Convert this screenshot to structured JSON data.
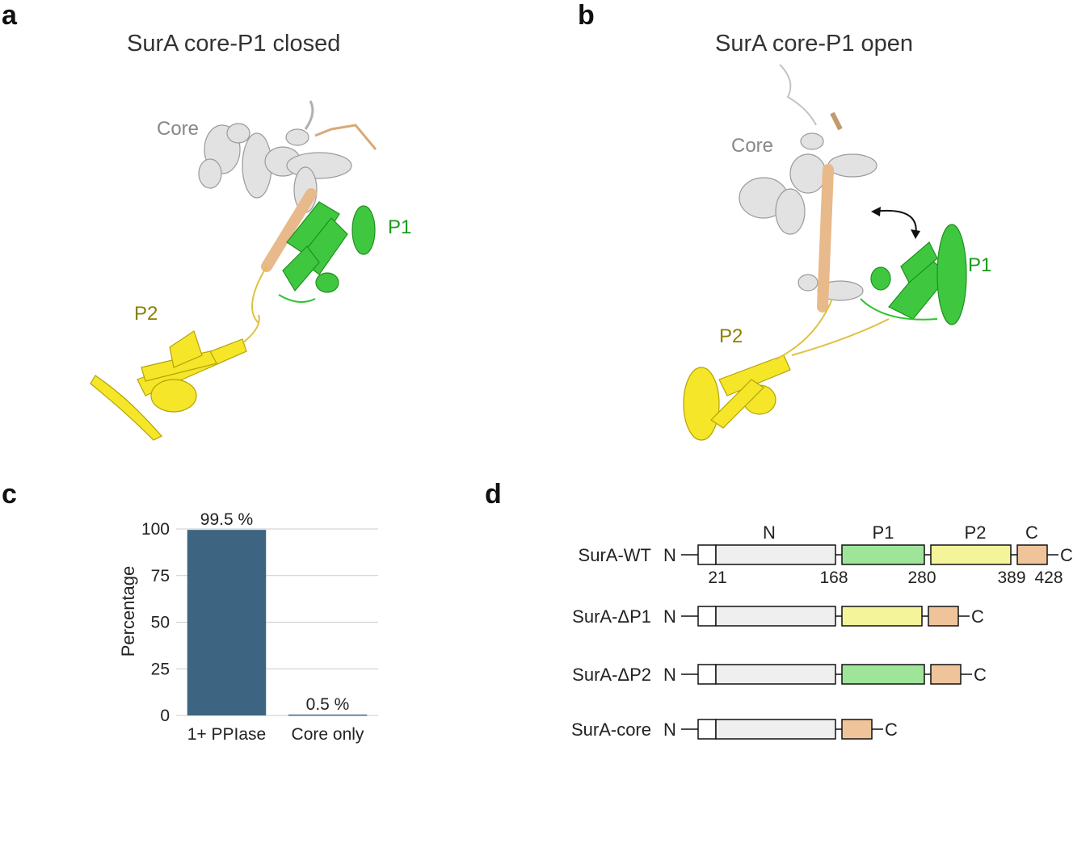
{
  "panels": {
    "a": {
      "letter": "a",
      "title": "SurA core-P1 closed",
      "labels": {
        "core": "Core",
        "p1": "P1",
        "p2": "P2"
      }
    },
    "b": {
      "letter": "b",
      "title": "SurA core-P1 open",
      "labels": {
        "core": "Core",
        "p1": "P1",
        "p2": "P2"
      }
    },
    "c": {
      "letter": "c"
    },
    "d": {
      "letter": "d"
    }
  },
  "colors": {
    "core": "#d4d4d4",
    "p1": "#2ec42e",
    "p2": "#f0e020",
    "linker": "#e8b98a",
    "bar": "#3d6582",
    "label_core": "#888888",
    "label_p1": "#1a9a1a",
    "label_p2": "#8a8000"
  },
  "chart_data": {
    "type": "bar",
    "categories": [
      "1+ PPIase",
      "Core only"
    ],
    "values": [
      99.5,
      0.5
    ],
    "data_labels": [
      "99.5 %",
      "0.5 %"
    ],
    "ylabel": "Percentage",
    "ylim": [
      0,
      100
    ],
    "yticks": [
      0,
      25,
      50,
      75,
      100
    ],
    "grid": true
  },
  "domain_diagram": {
    "headers": [
      "N",
      "P1",
      "P2",
      "C"
    ],
    "n_term": "N",
    "c_term": "C",
    "residues": [
      "21",
      "168",
      "280",
      "389",
      "428"
    ],
    "constructs": [
      {
        "name": "SurA-WT",
        "domains": [
          "signal",
          "N",
          "P1",
          "P2",
          "C"
        ]
      },
      {
        "name": "SurA-ΔP1",
        "domains": [
          "signal",
          "N",
          "P2",
          "C"
        ]
      },
      {
        "name": "SurA-ΔP2",
        "domains": [
          "signal",
          "N",
          "P1",
          "C"
        ]
      },
      {
        "name": "SurA-core",
        "domains": [
          "signal",
          "N",
          "C"
        ]
      }
    ],
    "domain_colors": {
      "signal": "#ffffff",
      "N": "#efefef",
      "P1": "#9ee59a",
      "P2": "#f4f49a",
      "C": "#f0c49a"
    }
  }
}
